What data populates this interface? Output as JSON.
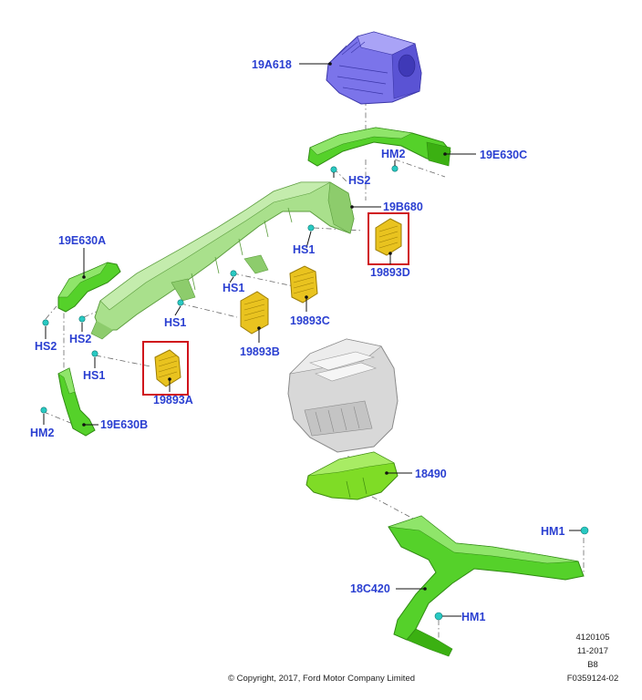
{
  "diagram": {
    "colors": {
      "label": "#2a3fd1",
      "duct_green": "#55d12a",
      "duct_green_light": "#a9e08c",
      "vent_yellow": "#e9c31f",
      "blower_purple": "#7b74ea",
      "heater_grey": "#d8d8d8",
      "fastener_teal": "#29c9c2",
      "highlight_red": "#d0121b"
    },
    "labels": {
      "p19A618": "19A618",
      "p19E630C": "19E630C",
      "hm2_top": "HM2",
      "hs2_top": "HS2",
      "p19B680": "19B680",
      "hs1_right": "HS1",
      "p19893D": "19893D",
      "p19E630A": "19E630A",
      "hs1_mid": "HS1",
      "hs1_left": "HS1",
      "p19893C": "19893C",
      "p19893B": "19893B",
      "hs2_a": "HS2",
      "hs2_b": "HS2",
      "hs1_lower": "HS1",
      "p19893A": "19893A",
      "hm2_bottom": "HM2",
      "p19E630B": "19E630B",
      "p18490": "18490",
      "hm1_right": "HM1",
      "p18C420": "18C420",
      "hm1_bottom": "HM1"
    },
    "meta": {
      "code": "4120105",
      "date": "11-2017",
      "rev": "B8",
      "figure": "F0359124-02",
      "copyright": "© Copyright, 2017, Ford Motor Company Limited"
    }
  }
}
